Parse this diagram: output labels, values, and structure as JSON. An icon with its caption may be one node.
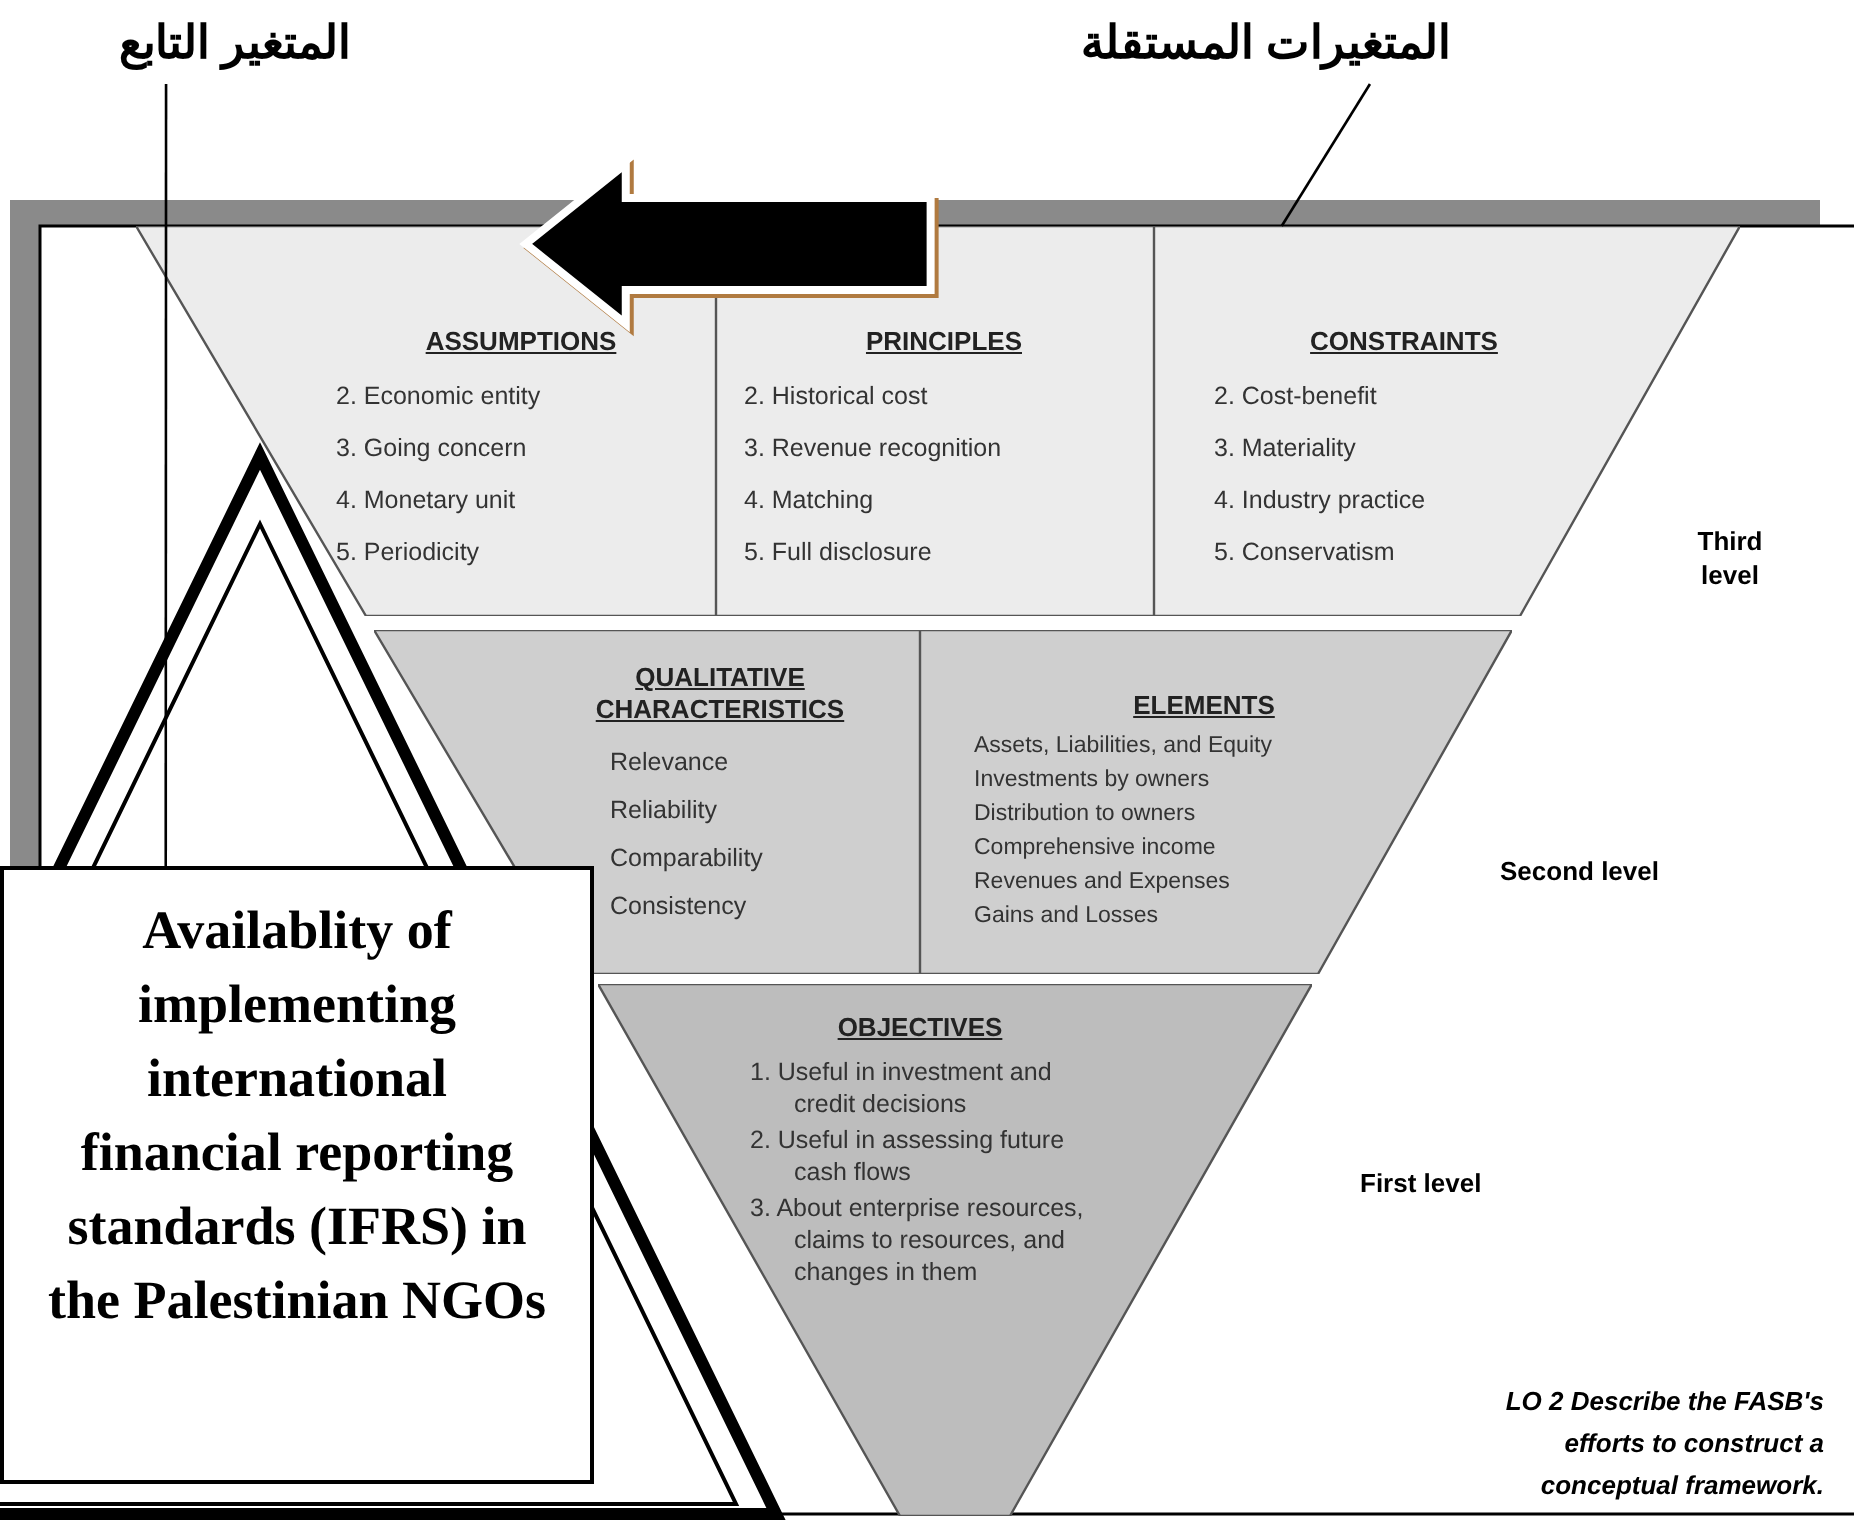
{
  "diagram": {
    "nodes": [
      {
        "text": [
          "المتغير التابع"
        ]
      },
      {
        "text": [
          "المتغيرات المستقلة"
        ]
      },
      {
        "text": [
          "ASSUMPTIONS",
          "2. Economic entity",
          "3. Going concern",
          "4. Monetary unit",
          "5. Periodicity"
        ]
      },
      {
        "text": [
          "PRINCIPLES",
          "2. Historical cost",
          "3. Revenue recognition",
          "4. Matching",
          "5. Full disclosure"
        ]
      },
      {
        "text": [
          "CONSTRAINTS",
          "2. Cost-benefit",
          "3. Materiality",
          "4. Industry practice",
          "5. Conservatism"
        ]
      },
      {
        "text": [
          "QUALITATIVE CHARACTERISTICS",
          "Relevance",
          "Reliability",
          "Comparability",
          "Consistency"
        ]
      },
      {
        "text": [
          "ELEMENTS",
          "Assets, Liabilities, and Equity",
          "Investments by owners",
          "Distribution to owners",
          "Comprehensive income",
          "Revenues and Expenses",
          "Gains and Losses"
        ]
      },
      {
        "text": [
          "OBJECTIVES",
          "1. Useful in investment and credit decisions",
          "2. Useful in assessing future cash flows",
          "3. About enterprise resources, claims to resources, and changes in them"
        ]
      },
      {
        "text": [
          "Availablity of implementing international financial reporting standards (IFRS) in the Palestinian NGOs"
        ]
      }
    ],
    "edges": [
      {
        "from": 0,
        "to": 8,
        "arrow": "none"
      },
      {
        "from": 1,
        "to": 4,
        "arrow": "none"
      },
      {
        "from": 3,
        "to": 2,
        "arrow": "to",
        "style": "thick"
      }
    ],
    "labels": [
      "Third level",
      "Second level",
      "First level",
      "LO 2 Describe the FASB's efforts to construct a conceptual framework."
    ]
  }
}
